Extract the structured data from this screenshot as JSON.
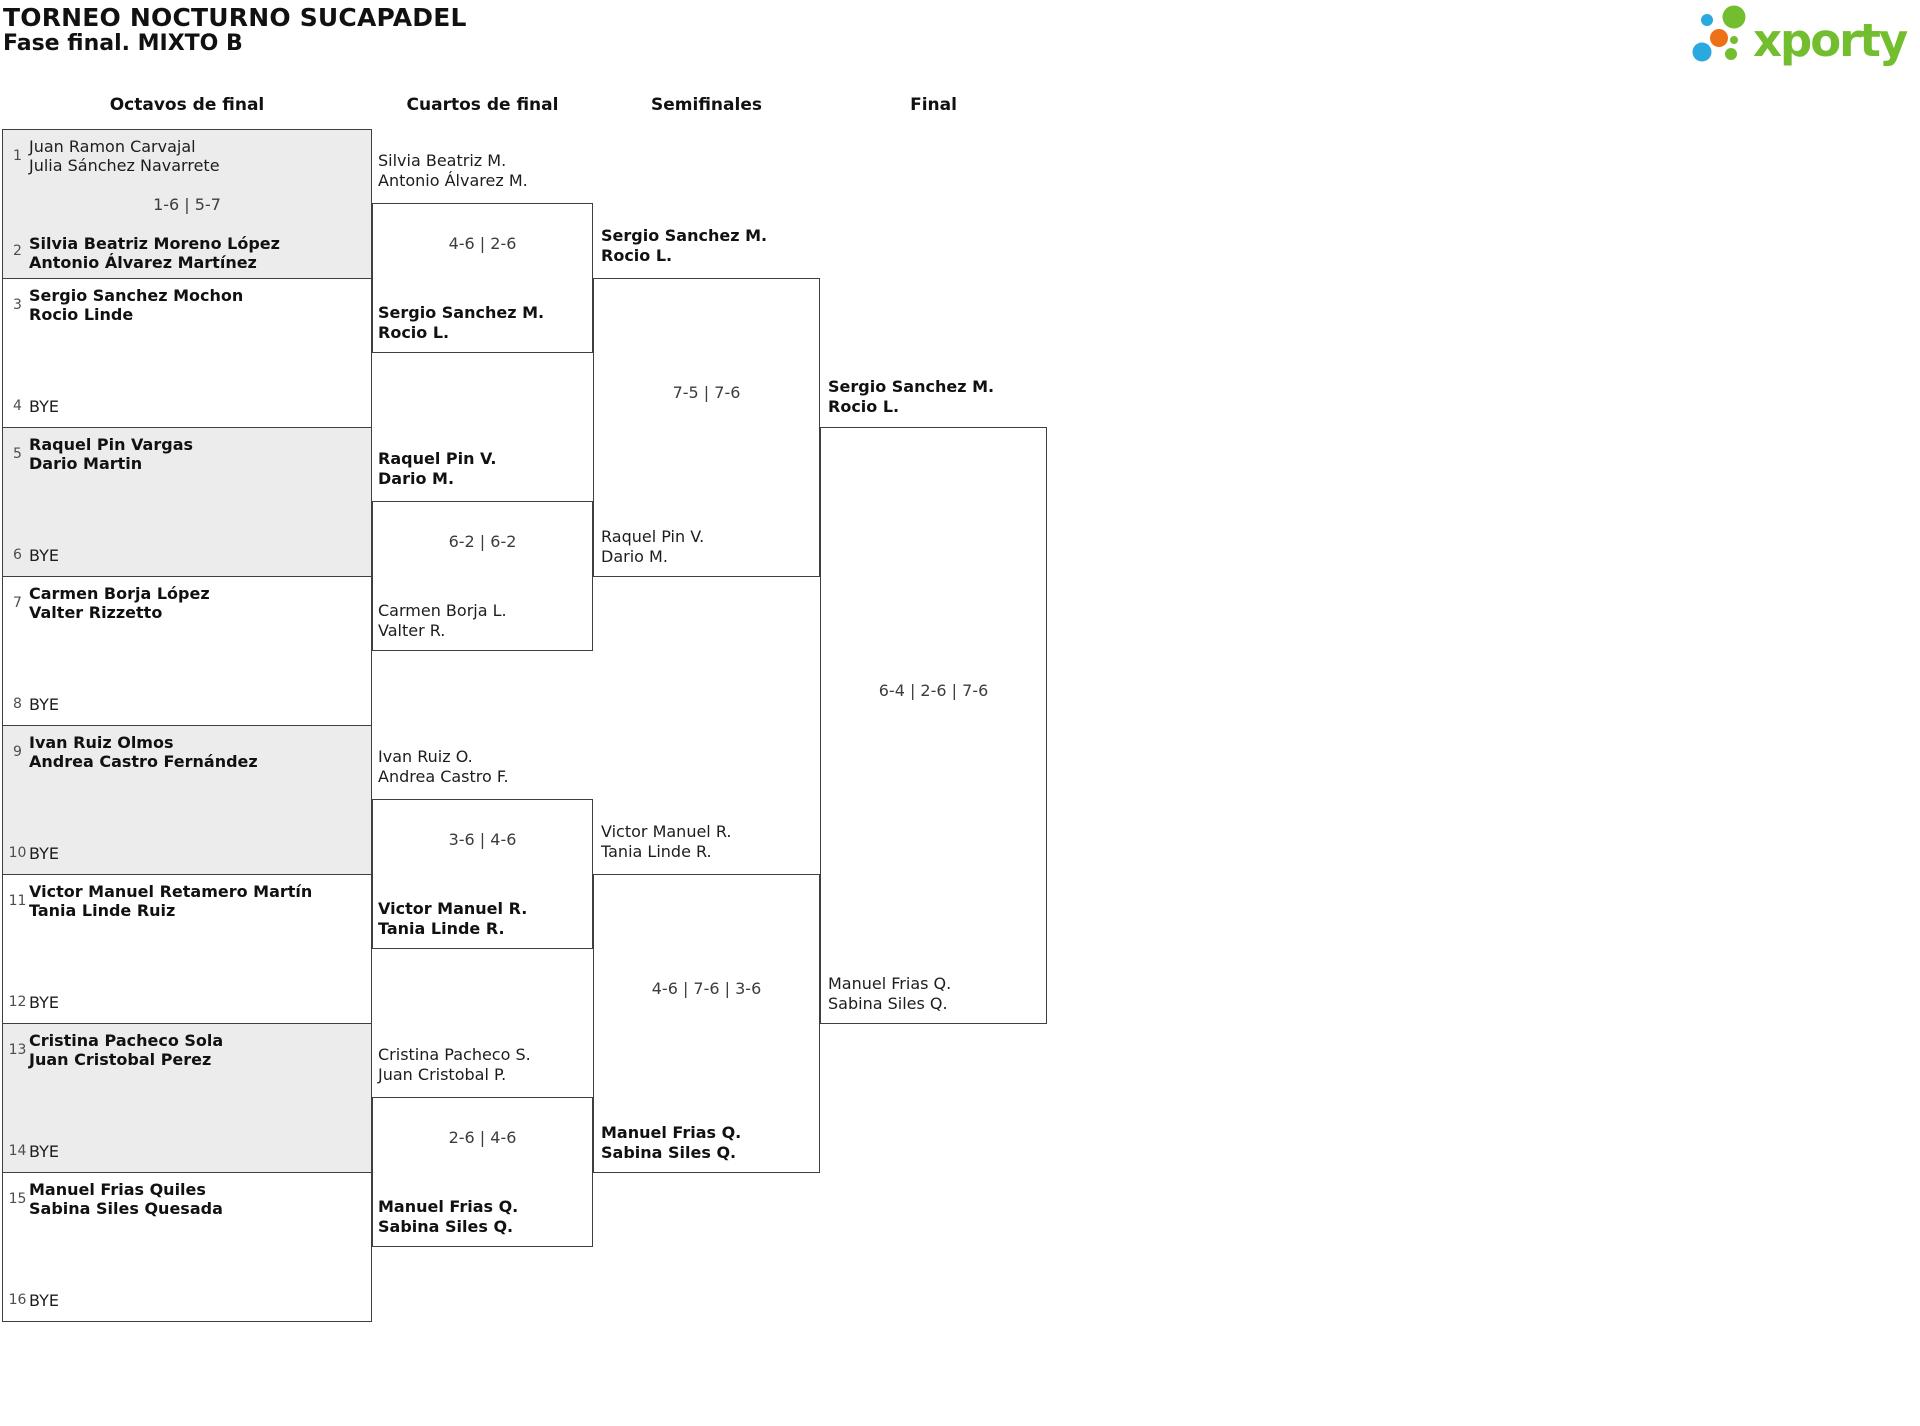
{
  "title": "TORNEO NOCTURNO SUCAPADEL",
  "subtitle": "Fase final. MIXTO B",
  "logo": {
    "brand": "xporty",
    "green": "#72be2e",
    "blue": "#2aa9e0",
    "orange": "#ee7118"
  },
  "round_headers": [
    "Octavos de final",
    "Cuartos de final",
    "Semifinales",
    "Final"
  ],
  "octavos": [
    {
      "score": "1-6 | 5-7",
      "top": {
        "num": "1",
        "line1": "Juan Ramon Carvajal",
        "line2": "Julia Sánchez Navarrete",
        "winner": false
      },
      "bottom": {
        "num": "2",
        "line1": "Silvia Beatriz Moreno López",
        "line2": "Antonio Álvarez Martínez",
        "winner": true
      }
    },
    {
      "top": {
        "num": "3",
        "line1": "Sergio Sanchez Mochon",
        "line2": "Rocio Linde",
        "winner": true
      },
      "bottom": {
        "num": "4",
        "bye": "BYE"
      }
    },
    {
      "top": {
        "num": "5",
        "line1": "Raquel Pin Vargas",
        "line2": "Dario Martin",
        "winner": true
      },
      "bottom": {
        "num": "6",
        "bye": "BYE"
      }
    },
    {
      "top": {
        "num": "7",
        "line1": "Carmen Borja López",
        "line2": "Valter Rizzetto",
        "winner": true
      },
      "bottom": {
        "num": "8",
        "bye": "BYE"
      }
    },
    {
      "top": {
        "num": "9",
        "line1": "Ivan Ruiz Olmos",
        "line2": "Andrea Castro Fernández",
        "winner": true
      },
      "bottom": {
        "num": "10",
        "bye": "BYE"
      }
    },
    {
      "top": {
        "num": "11",
        "line1": "Victor Manuel Retamero Martín",
        "line2": "Tania Linde Ruiz",
        "winner": true
      },
      "bottom": {
        "num": "12",
        "bye": "BYE"
      }
    },
    {
      "top": {
        "num": "13",
        "line1": "Cristina Pacheco Sola",
        "line2": "Juan Cristobal Perez",
        "winner": true
      },
      "bottom": {
        "num": "14",
        "bye": "BYE"
      }
    },
    {
      "top": {
        "num": "15",
        "line1": "Manuel Frias Quiles",
        "line2": "Sabina Siles Quesada",
        "winner": true
      },
      "bottom": {
        "num": "16",
        "bye": "BYE"
      }
    }
  ],
  "cuartos": [
    {
      "score": "4-6 | 2-6",
      "top": {
        "line1": "Silvia Beatriz M.",
        "line2": "Antonio Álvarez M.",
        "winner": false
      },
      "bottom": {
        "line1": "Sergio Sanchez M.",
        "line2": "Rocio L.",
        "winner": true
      }
    },
    {
      "score": "6-2 | 6-2",
      "top": {
        "line1": "Raquel Pin V.",
        "line2": "Dario M.",
        "winner": true
      },
      "bottom": {
        "line1": "Carmen Borja L.",
        "line2": "Valter R.",
        "winner": false
      }
    },
    {
      "score": "3-6 | 4-6",
      "top": {
        "line1": "Ivan Ruiz O.",
        "line2": "Andrea Castro F.",
        "winner": false
      },
      "bottom": {
        "line1": "Victor Manuel R.",
        "line2": "Tania Linde R.",
        "winner": true
      }
    },
    {
      "score": "2-6 | 4-6",
      "top": {
        "line1": "Cristina Pacheco S.",
        "line2": "Juan Cristobal P.",
        "winner": false
      },
      "bottom": {
        "line1": "Manuel Frias Q.",
        "line2": "Sabina Siles Q.",
        "winner": true
      }
    }
  ],
  "semifinales": [
    {
      "score": "7-5 | 7-6",
      "top": {
        "line1": "Sergio Sanchez M.",
        "line2": "Rocio L.",
        "winner": true
      },
      "bottom": {
        "line1": "Raquel Pin V.",
        "line2": "Dario M.",
        "winner": false
      }
    },
    {
      "score": "4-6 | 7-6 | 3-6",
      "top": {
        "line1": "Victor Manuel R.",
        "line2": "Tania Linde R.",
        "winner": false
      },
      "bottom": {
        "line1": "Manuel Frias Q.",
        "line2": "Sabina Siles Q.",
        "winner": true
      }
    }
  ],
  "final": {
    "score": "6-4 | 2-6 | 7-6",
    "top": {
      "line1": "Sergio Sanchez M.",
      "line2": "Rocio L.",
      "winner": true
    },
    "bottom": {
      "line1": "Manuel Frias Q.",
      "line2": "Sabina Siles Q.",
      "winner": false
    }
  }
}
